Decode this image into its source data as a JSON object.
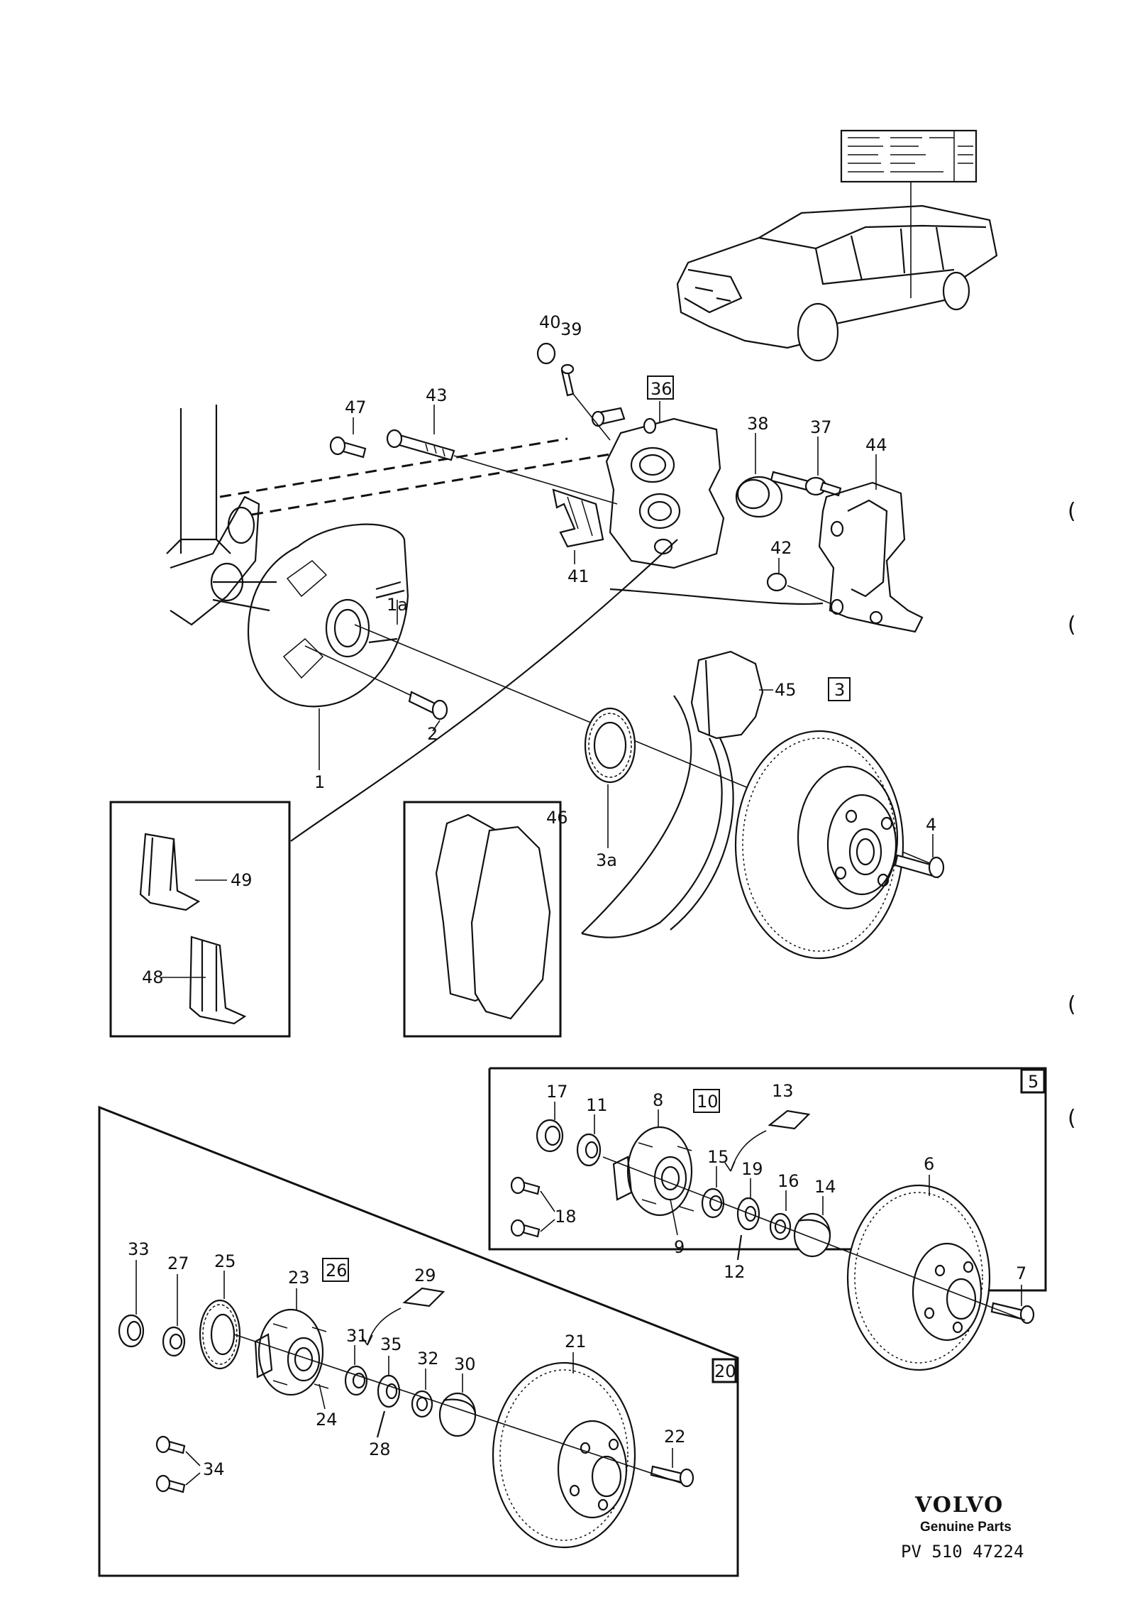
{
  "labels": {
    "p1": "1",
    "p1a": "1a",
    "p2": "2",
    "p3": "3",
    "p3a": "3a",
    "p4": "4",
    "p5": "5",
    "p6": "6",
    "p7": "7",
    "p8": "8",
    "p9": "9",
    "p10": "10",
    "p11": "11",
    "p12": "12",
    "p13": "13",
    "p14": "14",
    "p15": "15",
    "p16": "16",
    "p17": "17",
    "p18": "18",
    "p19": "19",
    "p20": "20",
    "p21": "21",
    "p22": "22",
    "p23": "23",
    "p24": "24",
    "p25": "25",
    "p26": "26",
    "p27": "27",
    "p28": "28",
    "p29": "29",
    "p30": "30",
    "p31": "31",
    "p32": "32",
    "p33": "33",
    "p34": "34",
    "p35": "35",
    "p36": "36",
    "p37": "37",
    "p38": "38",
    "p39": "39",
    "p40": "40",
    "p41": "41",
    "p42": "42",
    "p43": "43",
    "p44": "44",
    "p45": "45",
    "p46": "46",
    "p47": "47",
    "p48": "48",
    "p49": "49"
  },
  "brand": {
    "name": "VOLVO",
    "tagline": "Genuine Parts",
    "code": "PV 510 47224"
  },
  "icons": [
    "car-icon",
    "decal-label-icon",
    "brake-disc-icon",
    "caliper-icon",
    "brake-pad-icon",
    "wheel-hub-icon"
  ]
}
